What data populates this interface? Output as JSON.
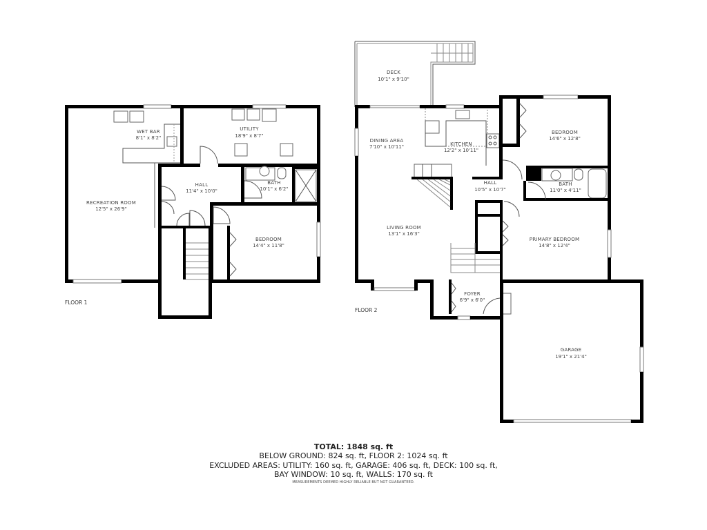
{
  "floor1": {
    "label": "FLOOR 1",
    "rooms": {
      "wet_bar": {
        "name": "WET BAR",
        "dim": "8'1\" x 8'2\""
      },
      "utility": {
        "name": "UTILITY",
        "dim": "18'9\" x 8'7\""
      },
      "recreation": {
        "name": "RECREATION ROOM",
        "dim": "12'5\" x 26'9\""
      },
      "hall": {
        "name": "HALL",
        "dim": "11'4\" x 10'0\""
      },
      "bath": {
        "name": "BATH",
        "dim": "10'1\" x 6'2\""
      },
      "bedroom": {
        "name": "BEDROOM",
        "dim": "14'4\" x 11'8\""
      }
    }
  },
  "floor2": {
    "label": "FLOOR 2",
    "rooms": {
      "deck": {
        "name": "DECK",
        "dim": "10'1\" x 9'10\""
      },
      "dining": {
        "name": "DINING AREA",
        "dim": "7'10\" x 10'11\""
      },
      "kitchen": {
        "name": "KITCHEN",
        "dim": "12'2\" x 10'11\""
      },
      "bedroom": {
        "name": "BEDROOM",
        "dim": "14'6\" x 12'8\""
      },
      "hall": {
        "name": "HALL",
        "dim": "10'5\" x 10'7\""
      },
      "bath": {
        "name": "BATH",
        "dim": "11'0\" x 4'11\""
      },
      "living": {
        "name": "LIVING ROOM",
        "dim": "13'1\" x 16'3\""
      },
      "primary_bedroom": {
        "name": "PRIMARY BEDROOM",
        "dim": "14'8\" x 12'4\""
      },
      "foyer": {
        "name": "FOYER",
        "dim": "6'9\" x 6'0\""
      },
      "garage": {
        "name": "GARAGE",
        "dim": "19'1\" x 21'4\""
      }
    }
  },
  "summary": {
    "total": "TOTAL: 1848 sq. ft",
    "line1": "BELOW GROUND: 824 sq. ft, FLOOR 2: 1024 sq. ft",
    "line2": "EXCLUDED AREAS: UTILITY: 160 sq. ft, GARAGE: 406 sq. ft, DECK: 100 sq. ft,",
    "line3": "BAY WINDOW: 10 sq. ft, WALLS: 170 sq. ft",
    "disclaimer": "MEASUREMENTS DEEMED HIGHLY RELIABLE BUT NOT GUARANTEED."
  }
}
